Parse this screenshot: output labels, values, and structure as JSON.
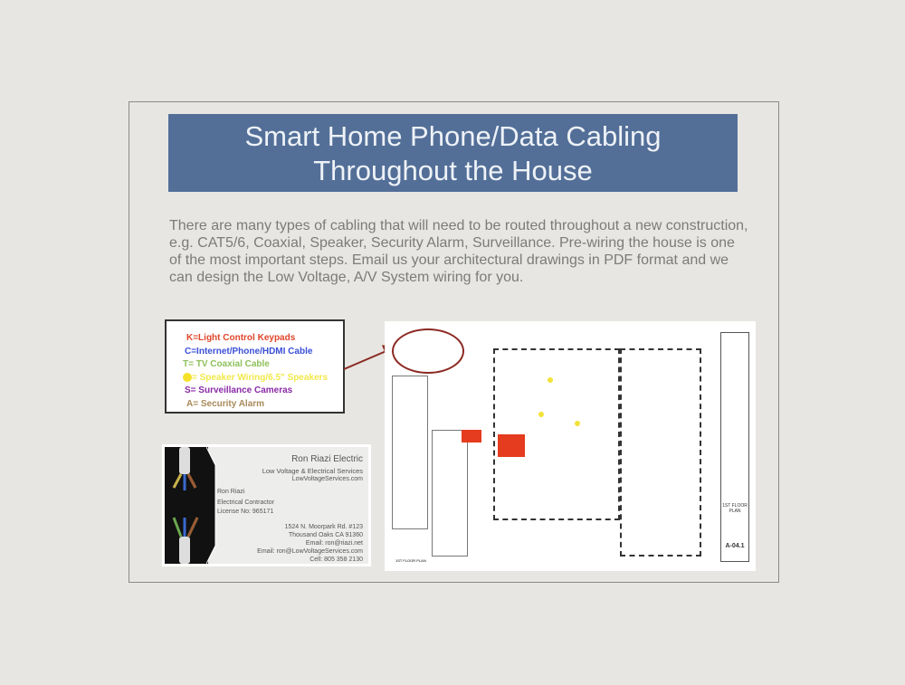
{
  "slide": {
    "title_line1": "Smart Home Phone/Data Cabling",
    "title_line2": "Throughout the House",
    "body": "There are many types of cabling that will need to be routed throughout a new construction, e.g. CAT5/6, Coaxial, Speaker, Security Alarm, Surveillance. Pre-wiring the house is one of the most important steps. Email us your architectural drawings in PDF format and we can design the Low Voltage, A/V System wiring for you."
  },
  "legend": {
    "items": [
      {
        "text": "K=Light Control Keypads",
        "color": "#e0452a"
      },
      {
        "text": "C=Internet/Phone/HDMI Cable",
        "color": "#3a4fd6"
      },
      {
        "text": "T= TV Coaxial Cable",
        "color": "#8dbf5a"
      },
      {
        "text": "= Speaker Wiring/6.5\" Speakers",
        "color": "#f2e84a"
      },
      {
        "text": "S= Surveillance Cameras",
        "color": "#8a2aa6"
      },
      {
        "text": "A= Security Alarm",
        "color": "#a88a5a"
      }
    ]
  },
  "card": {
    "company": "Ron Riazi Electric",
    "tagline": "Low Voltage & Electrical Services",
    "website": "LowVoltageServices.com",
    "name": "Ron Riazi",
    "role": "Electrical Contractor",
    "license": "License No: 965171",
    "address1": "1524 N. Moorpark Rd. #123",
    "address2": "Thousand Oaks CA 91360",
    "email1": "Email: ron@riazi.net",
    "email2": "Email: ron@LowVoltageServices.com",
    "cell": "Cell: 805 358 2130"
  },
  "plan": {
    "sheet": "A-04.1",
    "sheet_title": "1ST FLOOR PLAN",
    "caption": "1ST FLOOR PLAN"
  },
  "colors": {
    "title_bg": "#536f98",
    "arrow": "#8b2a22"
  }
}
